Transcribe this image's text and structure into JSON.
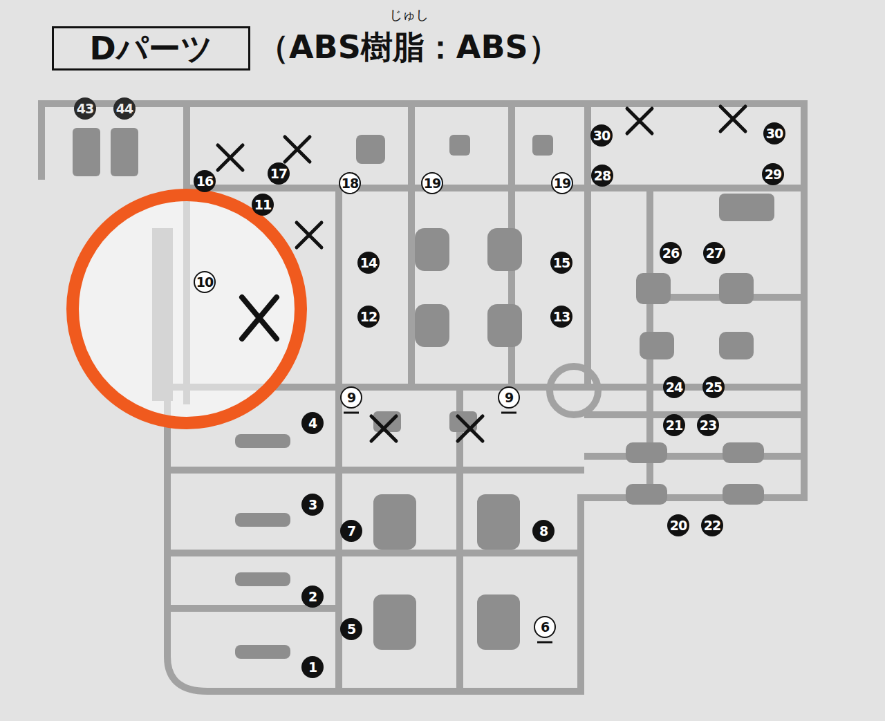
{
  "diagram": {
    "nodes": [
      {
        "text": [
          "Dパーツ"
        ]
      }
    ],
    "labels": [
      "（ABS樹脂：ABS）",
      "じゅし",
      "43",
      "44",
      "17",
      "18",
      "19",
      "19",
      "30",
      "30",
      "16",
      "28",
      "29",
      "11",
      "10",
      "14",
      "15",
      "26",
      "27",
      "12",
      "13",
      "9",
      "9",
      "24",
      "25",
      "4",
      "21",
      "23",
      "3",
      "7",
      "8",
      "20",
      "22",
      "2",
      "5",
      "6",
      "1"
    ]
  }
}
